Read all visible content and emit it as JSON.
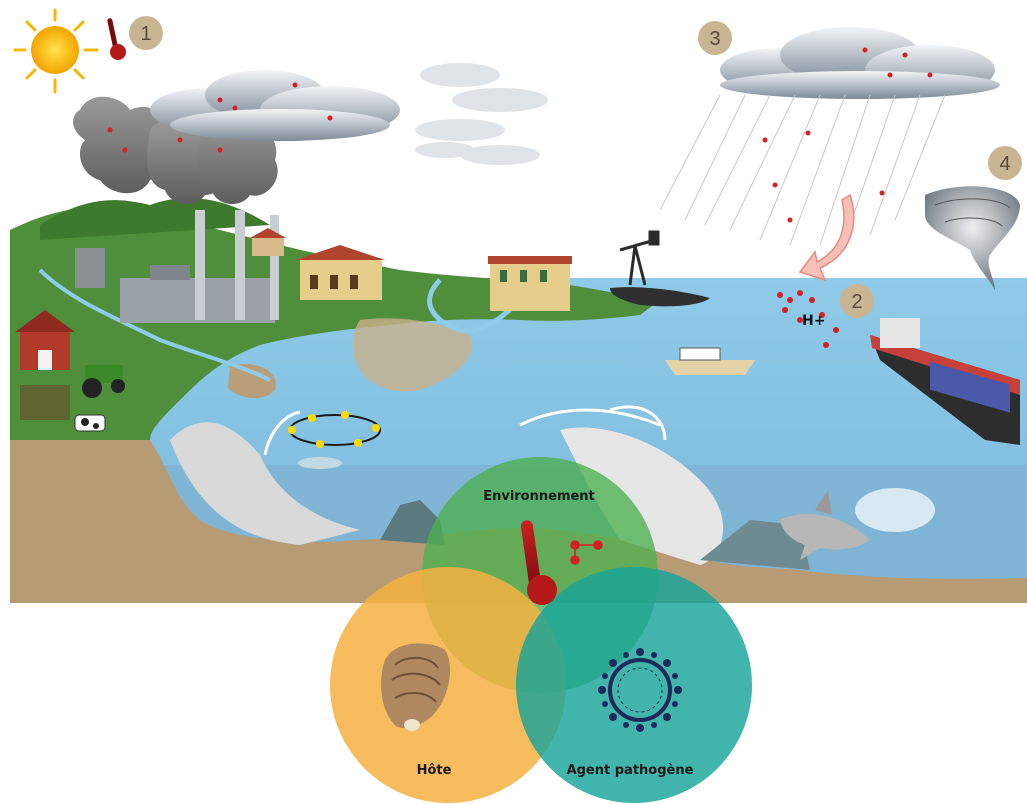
{
  "markers": [
    "1",
    "2",
    "3",
    "4"
  ],
  "labels": {
    "hplus": "H+",
    "environment": "Environnement",
    "host": "Hôte",
    "pathogen": "Agent pathogène"
  },
  "colors": {
    "sky": "#ffffff",
    "ocean": "#8fcbe8",
    "ocean_deep": "#7ab6da",
    "land": "#4f8f3c",
    "seabed": "#b79b74",
    "environment_circle": "#4caf50",
    "host_circle": "#f5b041",
    "pathogen_circle": "#17a398",
    "marker_badge": "#c9b594",
    "molecule": "#d42020"
  },
  "icons": [
    "sun-icon",
    "thermometer-icon",
    "factory-icon",
    "storm-cloud-icon",
    "acid-rain-icon",
    "tornado-icon",
    "cargo-ship-icon",
    "boat-icon",
    "oil-pump-icon",
    "shark-icon",
    "fish-school-icon",
    "oyster-icon",
    "virus-icon",
    "molecule-icon",
    "tractor-icon",
    "barn-icon",
    "cow-icon"
  ]
}
